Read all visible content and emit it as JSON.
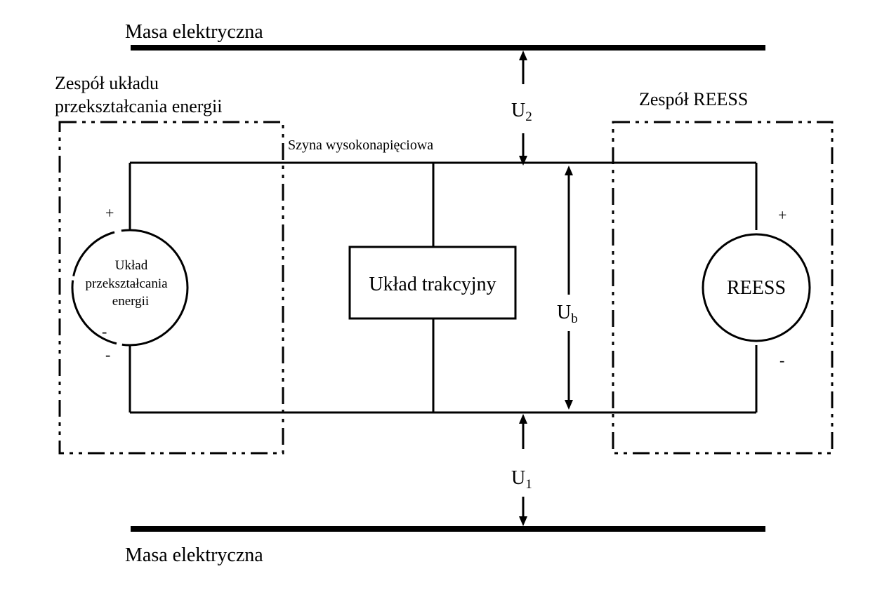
{
  "labels": {
    "ground_top": "Masa elektryczna",
    "ground_bottom": "Masa elektryczna",
    "converter_group_line1": "Zespół układu",
    "converter_group_line2": "przekształcania energii",
    "reess_group": "Zespół REESS",
    "hv_bus": "Szyna wysokonapięciowa",
    "converter_line1": "Układ",
    "converter_line2": "przekształcania",
    "converter_line3": "energii",
    "traction": "Układ trakcyjny",
    "reess": "REESS",
    "u2_main": "U",
    "u2_sub": "2",
    "u1_main": "U",
    "u1_sub": "1",
    "ub_main": "U",
    "ub_sub": "b",
    "plus_left": "+",
    "minus_left_1": "-",
    "minus_left_2": "-",
    "plus_right": "+",
    "minus_right": "-"
  }
}
